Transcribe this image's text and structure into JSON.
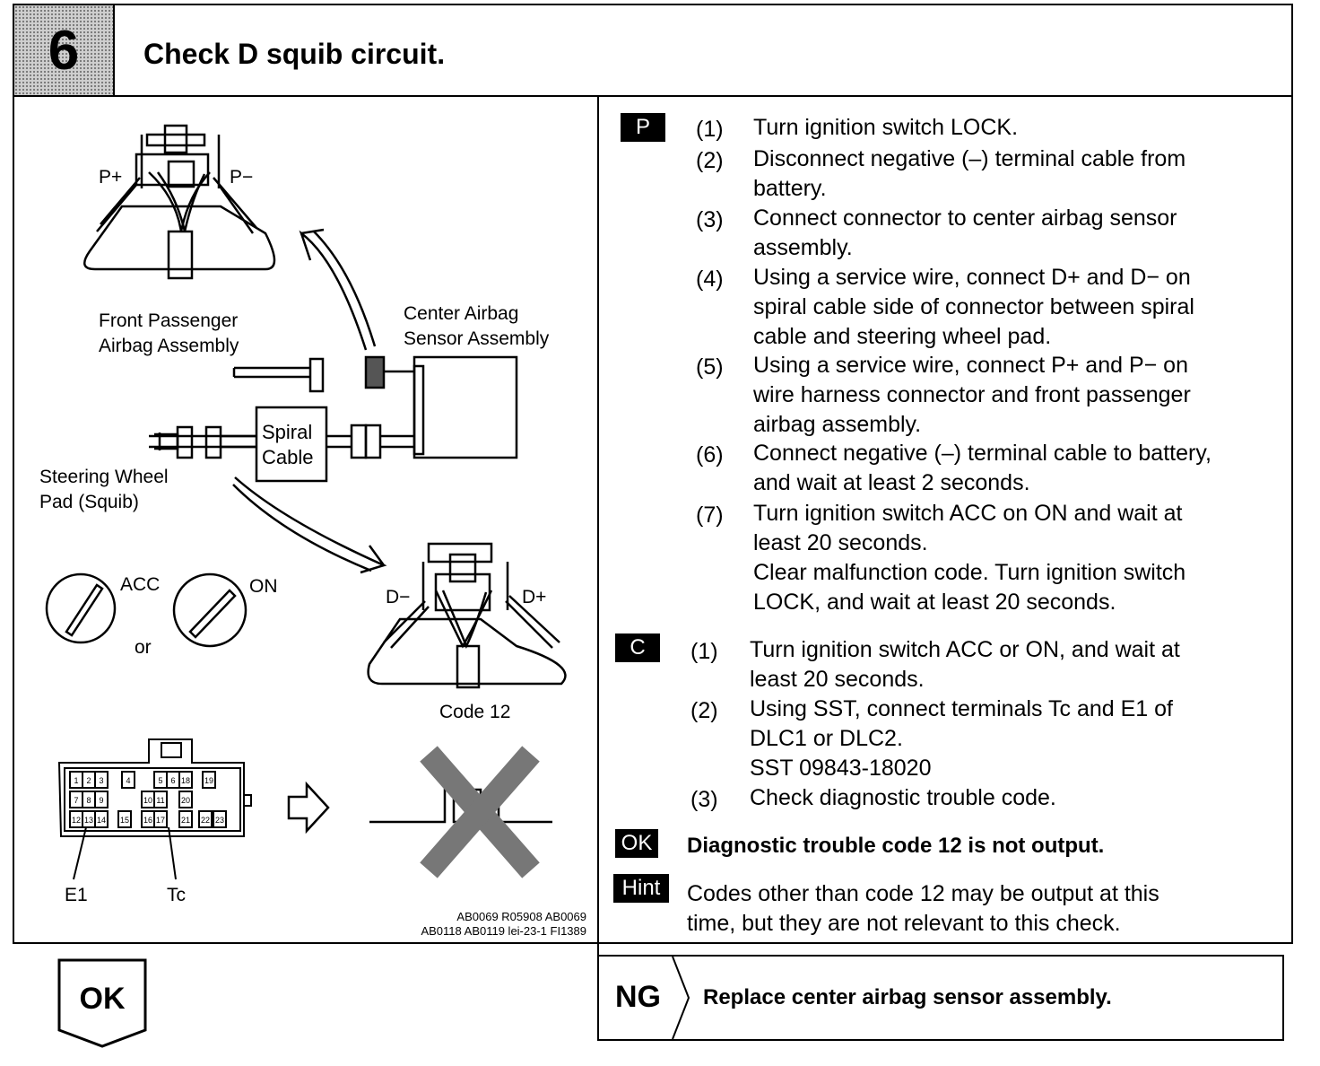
{
  "header": {
    "step_number": "6",
    "title": "Check D squib circuit."
  },
  "figure": {
    "p_plus": "P+",
    "p_minus": "P−",
    "d_minus": "D−",
    "d_plus": "D+",
    "front_passenger_line1": "Front Passenger",
    "front_passenger_line2": "Airbag Assembly",
    "center_sensor_line1": "Center Airbag",
    "center_sensor_line2": "Sensor Assembly",
    "spiral_line1": "Spiral",
    "spiral_line2": "Cable",
    "steering_line1": "Steering Wheel",
    "steering_line2": "Pad (Squib)",
    "acc": "ACC",
    "on": "ON",
    "or": "or",
    "code12": "Code 12",
    "e1": "E1",
    "tc": "Tc",
    "terminal_numbers": [
      "1",
      "2",
      "3",
      "4",
      "5",
      "6",
      "18",
      "19",
      "7",
      "8",
      "9",
      "10",
      "11",
      "20",
      "12",
      "13",
      "14",
      "15",
      "16",
      "17",
      "21",
      "22",
      "23"
    ],
    "ref_line1": "AB0069  R05908  AB0069",
    "ref_line2": "AB0118  AB0119 lei-23-1 FI1389"
  },
  "procedure_p": {
    "badge": "P",
    "steps": [
      {
        "num": "(1)",
        "lines": [
          "Turn ignition switch LOCK."
        ]
      },
      {
        "num": "(2)",
        "lines": [
          "Disconnect negative (–) terminal cable from",
          "battery."
        ]
      },
      {
        "num": "(3)",
        "lines": [
          "Connect connector to center airbag sensor",
          "assembly."
        ]
      },
      {
        "num": "(4)",
        "lines": [
          "Using a service wire, connect  D+ and D− on",
          "spiral cable side of connector between spiral",
          "cable and steering wheel pad."
        ]
      },
      {
        "num": "(5)",
        "lines": [
          "Using a service wire, connect P+ and P− on",
          "wire harness connector and front passenger",
          "airbag assembly."
        ]
      },
      {
        "num": "(6)",
        "lines": [
          "Connect negative (–) terminal cable to battery,",
          "and wait at least 2 seconds."
        ]
      },
      {
        "num": "(7)",
        "lines": [
          "Turn ignition switch ACC on ON and wait at",
          "least 20 seconds.",
          "Clear malfunction code. Turn ignition switch",
          "LOCK, and wait at least 20 seconds."
        ]
      }
    ]
  },
  "procedure_c": {
    "badge": "C",
    "steps": [
      {
        "num": "(1)",
        "lines": [
          "Turn ignition switch ACC or ON, and wait at",
          "least 20 seconds."
        ]
      },
      {
        "num": "(2)",
        "lines": [
          "Using SST, connect terminals Tc and E1 of",
          "DLC1 or DLC2.",
          "SST 09843-18020"
        ]
      },
      {
        "num": "(3)",
        "lines": [
          "Check diagnostic trouble code."
        ]
      }
    ]
  },
  "ok_row": {
    "badge": "OK",
    "text": "Diagnostic trouble code 12 is not output."
  },
  "hint_row": {
    "badge": "Hint",
    "lines": [
      "Codes other than code 12 may be output at this",
      "time, but they are not relevant to this check."
    ]
  },
  "footer": {
    "ok_label": "OK",
    "ng_label": "NG",
    "ng_text": "Replace center airbag sensor assembly."
  }
}
